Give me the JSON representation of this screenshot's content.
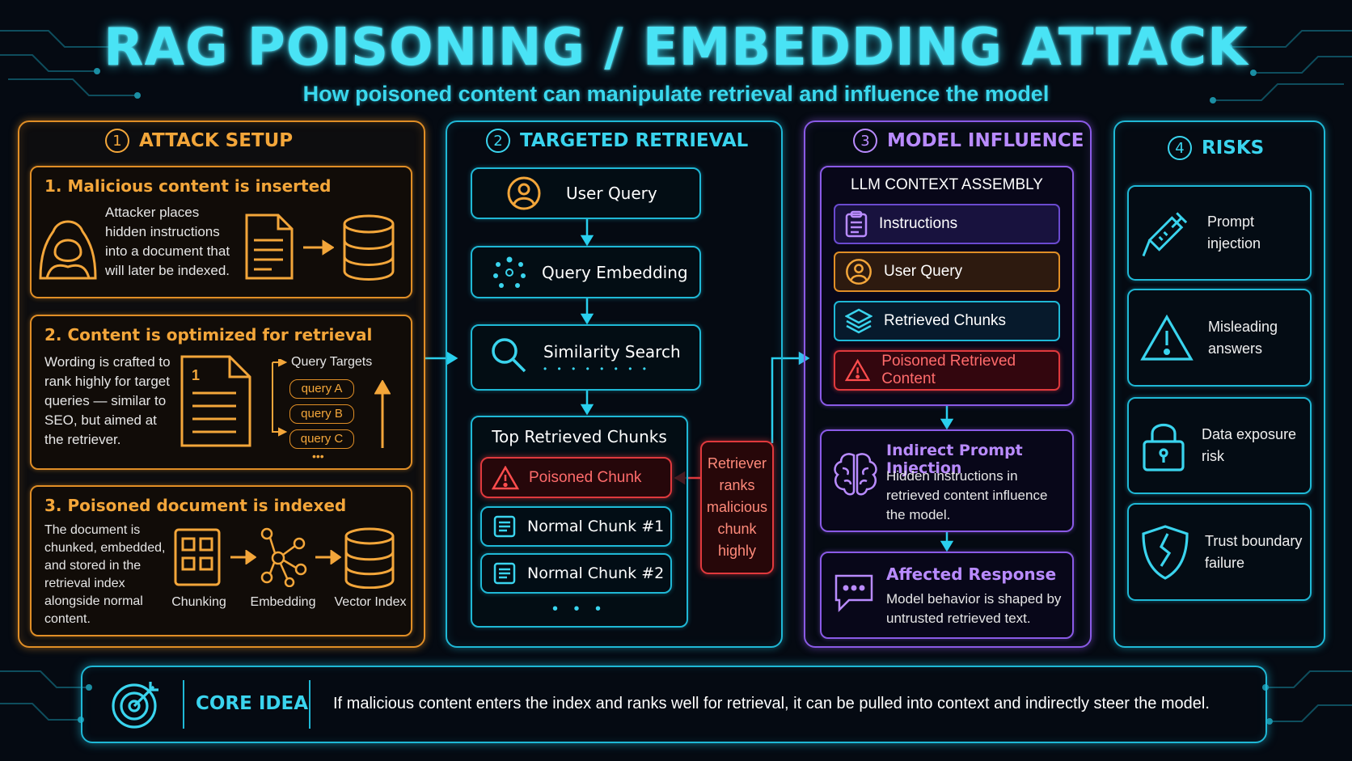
{
  "title": "RAG POISONING / EMBEDDING ATTACK",
  "subtitle": "How poisoned content can manipulate retrieval and influence the model",
  "colors": {
    "orange": "#e08e26",
    "cyan": "#1fb8d6",
    "purple": "#8a5ae6",
    "red": "#e0393d",
    "background": "#050a12"
  },
  "setup": {
    "num": "1",
    "heading": "ATTACK SETUP",
    "step1": {
      "title": "1. Malicious content is inserted",
      "text": "Attacker places hidden instructions into a document that will later be indexed.",
      "icons": [
        "hooded-attacker-icon",
        "document-icon",
        "arrow-right-icon",
        "database-icon"
      ]
    },
    "step2": {
      "title": "2. Content is optimized for retrieval",
      "text": "Wording is crafted to rank highly for target queries — similar to SEO, but aimed at the retriever.",
      "doc_number": "1",
      "targets_label": "Query Targets",
      "targets": [
        "query A",
        "query B",
        "query C"
      ],
      "more": "•••"
    },
    "step3": {
      "title": "3. Poisoned document is indexed",
      "text": "The document is chunked, embedded, and stored in the retrieval index alongside normal content.",
      "stages": [
        "Chunking",
        "Embedding",
        "Vector Index"
      ]
    }
  },
  "retrieval": {
    "num": "2",
    "heading": "TARGETED RETRIEVAL",
    "flow": [
      "User Query",
      "Query Embedding",
      "Similarity Search"
    ],
    "search_dots": "• • • • • • • •",
    "chunks_title": "Top Retrieved Chunks",
    "chunks": [
      "Poisoned Chunk",
      "Normal Chunk #1",
      "Normal Chunk #2"
    ],
    "chunks_more": "• • •",
    "ranker_note": "Retriever ranks malicious chunk highly"
  },
  "influence": {
    "num": "3",
    "heading": "MODEL INFLUENCE",
    "context_title": "LLM CONTEXT ASSEMBLY",
    "context_items": [
      "Instructions",
      "User Query",
      "Retrieved Chunks",
      "Poisoned Retrieved Content"
    ],
    "indirect": {
      "title": "Indirect Prompt Injection",
      "text": "Hidden instructions in retrieved content influence the model."
    },
    "response": {
      "title": "Affected Response",
      "text": "Model behavior is shaped by untrusted retrieved text."
    }
  },
  "risks": {
    "num": "4",
    "heading": "RISKS",
    "items": [
      {
        "label": "Prompt injection",
        "icon": "syringe-icon"
      },
      {
        "label": "Misleading answers",
        "icon": "warning-icon"
      },
      {
        "label": "Data exposure risk",
        "icon": "lock-icon"
      },
      {
        "label": "Trust boundary failure",
        "icon": "broken-shield-icon"
      }
    ]
  },
  "core": {
    "label": "CORE IDEA",
    "text": "If malicious content enters the index and ranks well for retrieval, it can be pulled into context and indirectly steer the model."
  }
}
